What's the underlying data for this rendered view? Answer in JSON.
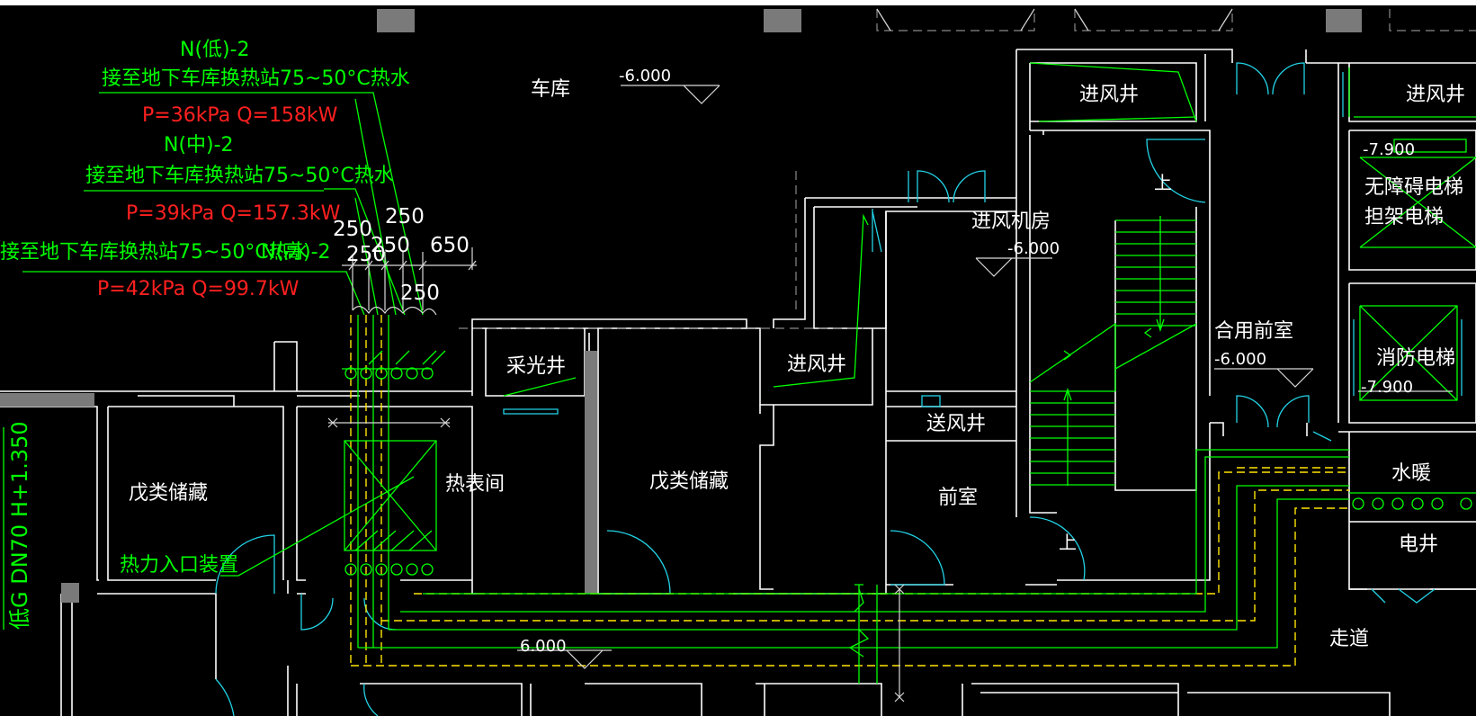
{
  "labels": {
    "branch_low": {
      "name": "N(低)-2",
      "desc": "接至地下车库换热站75~50°C热水",
      "params": "P=36kPa  Q=158kW"
    },
    "branch_mid": {
      "name": "N(中)-2",
      "desc": "接至地下车库换热站75~50°C热水",
      "params": "P=39kPa  Q=157.3kW"
    },
    "branch_high": {
      "name": "N(高)-2",
      "desc": "接至地下车库换热站75~50°C热水",
      "params": "P=42kPa  Q=99.7kW"
    },
    "vertical_note": "低G DN70 H+1.350",
    "vertical_note_top": "H+1.350"
  },
  "dimensions": [
    "250",
    "250",
    "250",
    "250",
    "650",
    "250"
  ],
  "rooms": {
    "garage": "车库",
    "intake_shaft_1": "进风井",
    "intake_shaft_2": "进风井",
    "intake_shaft_3": "进风井",
    "intake_machine_room": "进风机房",
    "skylight_well": "采光井",
    "supply_air_shaft": "送风井",
    "storage_1": "戊类储藏",
    "storage_2": "戊类储藏",
    "heat_meter_room": "热表间",
    "heat_entry_device": "热力入口装置",
    "front_room": "前室",
    "shared_front_room": "合用前室",
    "accessible_elevator_1": "无障碍电梯",
    "accessible_elevator_2": "担架电梯",
    "fire_elevator": "消防电梯",
    "water_heating": "水暖",
    "electric_shaft": "电井",
    "corridor": "走道",
    "stair_up_1": "上",
    "stair_up_2": "上"
  },
  "elevations": {
    "garage": "-6.000",
    "machine_room": "-6.000",
    "shared_front": "-6.000",
    "bottom": "6.000",
    "elev_top": "-7.900",
    "elev_fire": "-7.900"
  },
  "colors": {
    "background": "#000000",
    "walls": "#ffffff",
    "pipes": "#00ff00",
    "doors": "#22d3e6",
    "return_pipes": "#ffe500",
    "params_text": "#ff2020"
  }
}
